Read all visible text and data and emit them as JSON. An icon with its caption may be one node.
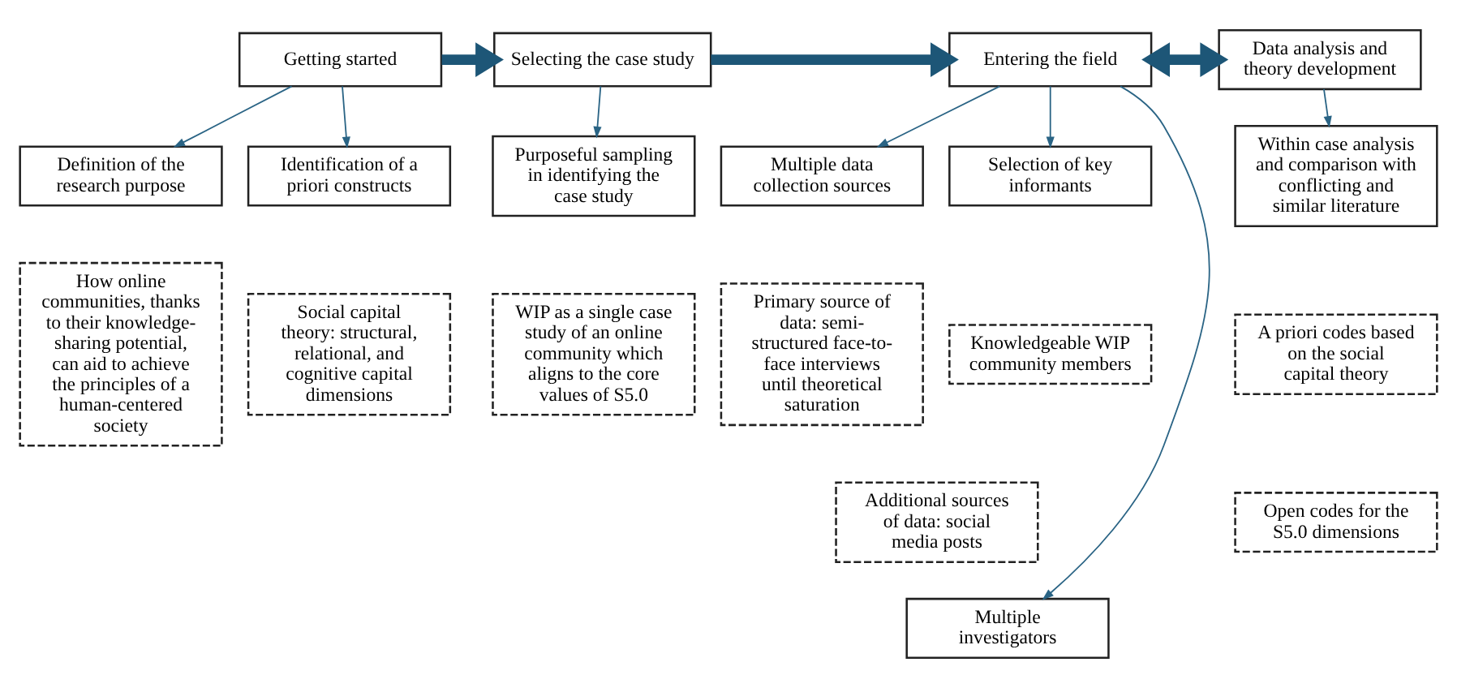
{
  "diagram": {
    "nodes": [
      {
        "text": [
          "Getting started"
        ]
      },
      {
        "text": [
          "Selecting the case study"
        ]
      },
      {
        "text": [
          "Entering the field"
        ]
      },
      {
        "text": [
          "Data analysis and theory development"
        ]
      },
      {
        "text": [
          "Definition of the research purpose"
        ]
      },
      {
        "text": [
          "Identification of a priori constructs"
        ]
      },
      {
        "text": [
          "Purposeful sampling in identifying the case study"
        ]
      },
      {
        "text": [
          "Multiple data collection sources"
        ]
      },
      {
        "text": [
          "Selection of key informants"
        ]
      },
      {
        "text": [
          "Within case analysis and comparison with conflicting and similar literature"
        ]
      },
      {
        "text": [
          "How online communities, thanks to their knowledge-sharing potential, can aid to achieve the principles of a human-centered society"
        ]
      },
      {
        "text": [
          "Social capital theory: structural, relational, and cognitive capital dimensions"
        ]
      },
      {
        "text": [
          "WIP as a single case study of an online community which aligns to the core values of S5.0"
        ]
      },
      {
        "text": [
          "Primary source of data: semi-structured face-to-face interviews until theoretical saturation"
        ]
      },
      {
        "text": [
          "Knowledgeable WIP community members"
        ]
      },
      {
        "text": [
          "A priori codes based on the social capital theory"
        ]
      },
      {
        "text": [
          "Additional sources of data: social media posts"
        ]
      },
      {
        "text": [
          "Open codes for the S5.0 dimensions"
        ]
      },
      {
        "text": [
          "Multiple investigators"
        ]
      }
    ],
    "edges": [
      {
        "from": 0,
        "to": 4,
        "arrow": "to"
      },
      {
        "from": 0,
        "to": 5,
        "arrow": "to"
      },
      {
        "from": 0,
        "to": 1,
        "arrow": "to",
        "style": "thick"
      },
      {
        "from": 1,
        "to": 6,
        "arrow": "to"
      },
      {
        "from": 1,
        "to": 2,
        "arrow": "to",
        "style": "thick"
      },
      {
        "from": 2,
        "to": 7,
        "arrow": "to"
      },
      {
        "from": 2,
        "to": 8,
        "arrow": "to"
      },
      {
        "from": 2,
        "to": 18,
        "arrow": "to"
      },
      {
        "from": 2,
        "to": 3,
        "arrow": "both",
        "style": "thick"
      },
      {
        "from": 3,
        "to": 9,
        "arrow": "to"
      }
    ]
  }
}
